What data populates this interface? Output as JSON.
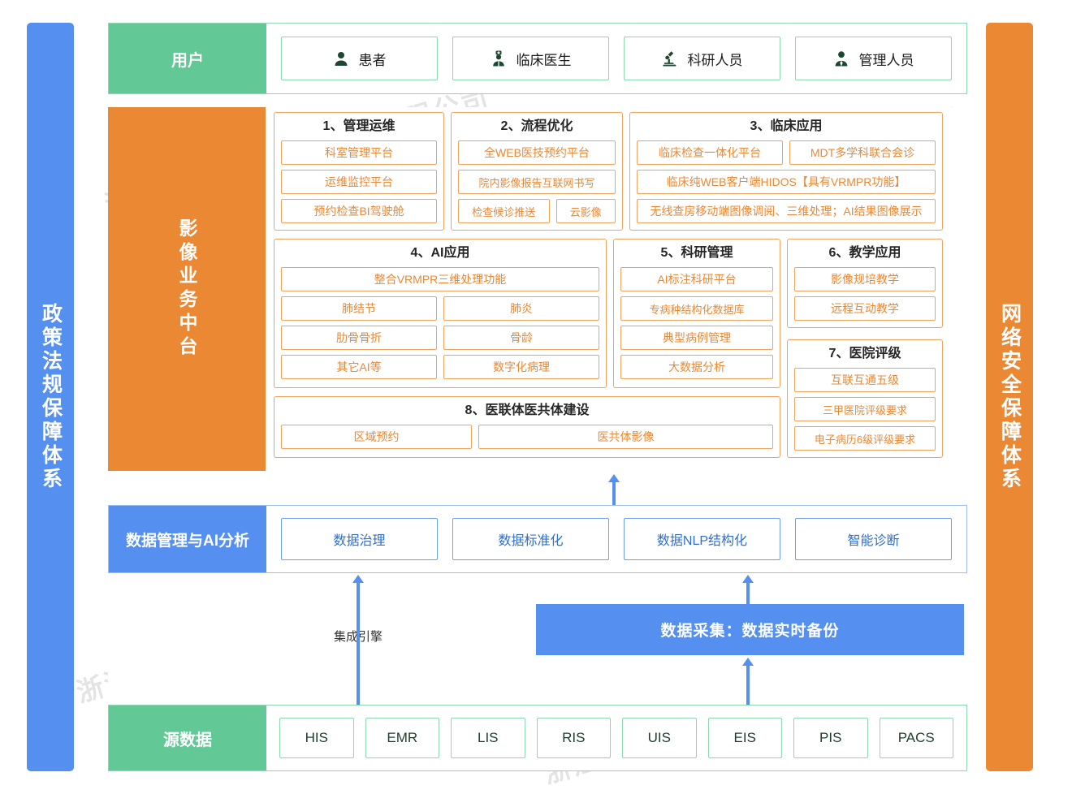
{
  "colors": {
    "green": "#62c895",
    "orange": "#ea8834",
    "blue": "#5590f0",
    "green_border": "#8fd7b1",
    "orange_border": "#f0a45e",
    "blue_border": "#6fa0ee"
  },
  "side_bars": {
    "left_label": "政策法规保障体系",
    "right_label": "网络安全保障体系"
  },
  "users": {
    "label": "用户",
    "items": [
      {
        "label": "患者",
        "icon": "person-icon"
      },
      {
        "label": "临床医生",
        "icon": "doctor-icon"
      },
      {
        "label": "科研人员",
        "icon": "microscope-icon"
      },
      {
        "label": "管理人员",
        "icon": "manager-icon"
      }
    ]
  },
  "platform": {
    "label": "影像业务中台",
    "groups": [
      {
        "title": "1、管理运维",
        "rows": [
          [
            "科室管理平台"
          ],
          [
            "运维监控平台"
          ],
          [
            "预约检查BI驾驶舱"
          ]
        ]
      },
      {
        "title": "2、流程优化",
        "rows": [
          [
            "全WEB医技预约平台"
          ],
          [
            "院内影像报告互联网书写"
          ],
          [
            "检查候诊推送",
            "云影像"
          ]
        ]
      },
      {
        "title": "3、临床应用",
        "rows": [
          [
            "临床检查一体化平台",
            "MDT多学科联合会诊"
          ],
          [
            "临床纯WEB客户端HIDOS【具有VRMPR功能】"
          ],
          [
            "无线查房移动端图像调阅、三维处理；AI结果图像展示"
          ]
        ]
      },
      {
        "title": "4、AI应用",
        "rows": [
          [
            "整合VRMPR三维处理功能"
          ],
          [
            "肺结节",
            "肺炎"
          ],
          [
            "肋骨骨折",
            "骨龄"
          ],
          [
            "其它AI等",
            "数字化病理"
          ]
        ]
      },
      {
        "title": "5、科研管理",
        "rows": [
          [
            "AI标注科研平台"
          ],
          [
            "专病种结构化数据库"
          ],
          [
            "典型病例管理"
          ],
          [
            "大数据分析"
          ]
        ]
      },
      {
        "title": "6、教学应用",
        "rows": [
          [
            "影像规培教学"
          ],
          [
            "远程互动教学"
          ]
        ]
      },
      {
        "title": "7、医院评级",
        "rows": [
          [
            "互联互通五级"
          ],
          [
            "三甲医院评级要求"
          ],
          [
            "电子病历6级评级要求"
          ]
        ]
      },
      {
        "title": "8、医联体医共体建设",
        "rows": [
          [
            "区域预约",
            "医共体影像"
          ]
        ]
      }
    ]
  },
  "data_layer": {
    "label": "数据管理与AI分析",
    "items": [
      "数据治理",
      "数据标准化",
      "数据NLP结构化",
      "智能诊断"
    ]
  },
  "transport": {
    "engine_label": "集成引擎",
    "capture_label": "数据采集：数据实时备份"
  },
  "source": {
    "label": "源数据",
    "items": [
      "HIS",
      "EMR",
      "LIS",
      "RIS",
      "UIS",
      "EIS",
      "PIS",
      "PACS"
    ]
  },
  "watermark": {
    "text": "浙江卡易智慧医疗科技有限公司"
  }
}
